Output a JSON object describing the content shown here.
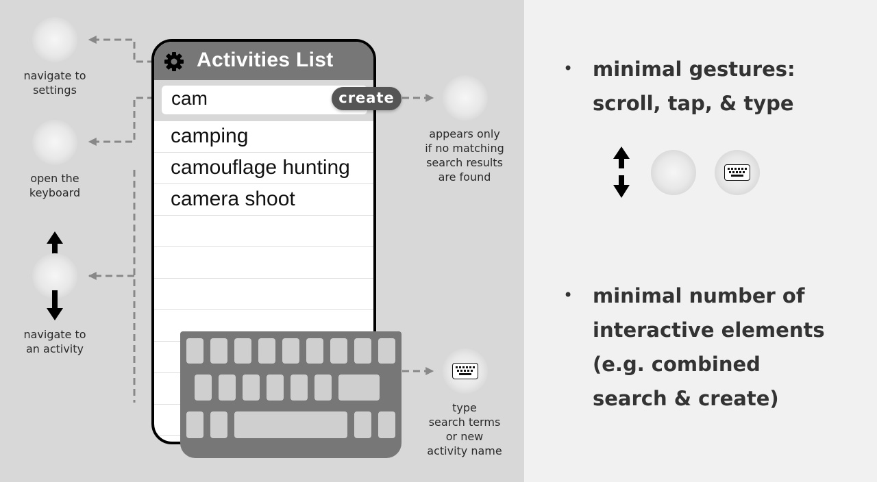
{
  "phone": {
    "title": "Activities List",
    "search_value": "cam",
    "create_label": "create",
    "list_items": [
      "camping",
      "camouflage hunting",
      "camera shoot"
    ]
  },
  "annotations": {
    "settings": [
      "navigate to",
      "settings"
    ],
    "keyboard_open": [
      "open the",
      "keyboard"
    ],
    "activity": [
      "navigate to",
      "an activity"
    ],
    "create_note": [
      "appears only",
      "if no matching",
      "search results",
      "are found"
    ],
    "type_note": [
      "type",
      "search terms",
      "or new",
      "activity name"
    ]
  },
  "bullets": [
    {
      "lines": [
        "minimal gestures:",
        "scroll, tap, & type"
      ]
    },
    {
      "lines": [
        "minimal number of",
        "interactive elements",
        "(e.g. combined",
        "search & create)"
      ]
    }
  ],
  "colors": {
    "left_panel": "#d8d8d8",
    "right_panel": "#f1f1f1",
    "header": "#777777",
    "create_button": "#555555",
    "connector": "#888888"
  },
  "icons": [
    "gear-icon",
    "keyboard-icon",
    "up-arrow-icon",
    "down-arrow-icon"
  ]
}
